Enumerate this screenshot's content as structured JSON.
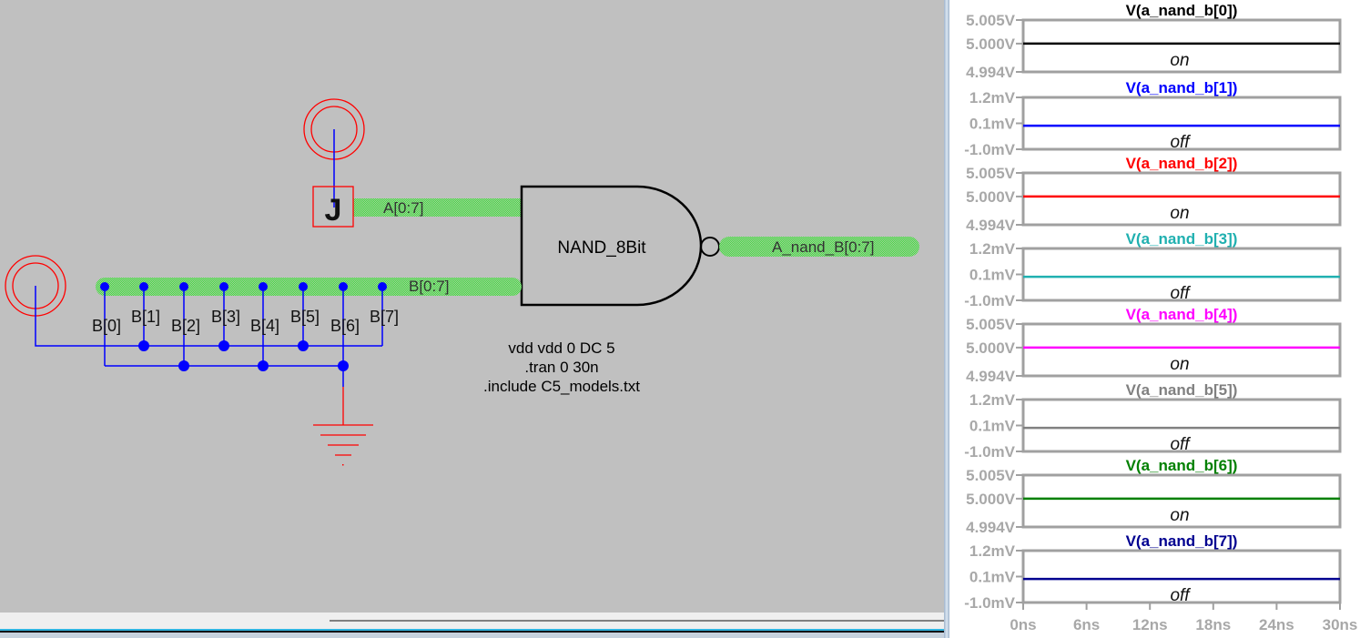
{
  "schematic": {
    "bus_a_label": "A[0:7]",
    "bus_b_label": "B[0:7]",
    "output_bus_label": "A_nand_B[0:7]",
    "gate_label": "NAND_8Bit",
    "flag_label": "J",
    "tap_labels": [
      "B[0]",
      "B[1]",
      "B[2]",
      "B[3]",
      "B[4]",
      "B[5]",
      "B[6]",
      "B[7]"
    ],
    "directives": [
      "vdd vdd 0 DC 5",
      ".tran 0 30n",
      ".include C5_models.txt"
    ]
  },
  "chart_data": {
    "type": "line",
    "xlabel": "",
    "x_ticks": [
      "0ns",
      "6ns",
      "12ns",
      "18ns",
      "24ns",
      "30ns"
    ],
    "xlim": [
      0,
      30
    ],
    "panels": [
      {
        "title": "V(a_nand_b[0])",
        "color": "#000000",
        "ylim": [
          4.994,
          5.005
        ],
        "y_ticks": [
          "5.005V",
          "5.000V",
          "4.994V"
        ],
        "tick_values": [
          5.005,
          5.0,
          4.994
        ],
        "value": 5.0,
        "annotation": "on"
      },
      {
        "title": "V(a_nand_b[1])",
        "color": "#0000ff",
        "ylim": [
          -1.0,
          1.2
        ],
        "y_ticks": [
          "1.2mV",
          "0.1mV",
          "-1.0mV"
        ],
        "tick_values": [
          1.2,
          0.1,
          -1.0
        ],
        "value": 0.0,
        "annotation": "off"
      },
      {
        "title": "V(a_nand_b[2])",
        "color": "#ff0000",
        "ylim": [
          4.994,
          5.005
        ],
        "y_ticks": [
          "5.005V",
          "5.000V",
          "4.994V"
        ],
        "tick_values": [
          5.005,
          5.0,
          4.994
        ],
        "value": 5.0,
        "annotation": "on"
      },
      {
        "title": "V(a_nand_b[3])",
        "color": "#20b0b0",
        "ylim": [
          -1.0,
          1.2
        ],
        "y_ticks": [
          "1.2mV",
          "0.1mV",
          "-1.0mV"
        ],
        "tick_values": [
          1.2,
          0.1,
          -1.0
        ],
        "value": 0.0,
        "annotation": "off"
      },
      {
        "title": "V(a_nand_b[4])",
        "color": "#ff00ff",
        "ylim": [
          4.994,
          5.005
        ],
        "y_ticks": [
          "5.005V",
          "5.000V",
          "4.994V"
        ],
        "tick_values": [
          5.005,
          5.0,
          4.994
        ],
        "value": 5.0,
        "annotation": "on"
      },
      {
        "title": "V(a_nand_b[5])",
        "color": "#808080",
        "ylim": [
          -1.0,
          1.2
        ],
        "y_ticks": [
          "1.2mV",
          "0.1mV",
          "-1.0mV"
        ],
        "tick_values": [
          1.2,
          0.1,
          -1.0
        ],
        "value": 0.0,
        "annotation": "off"
      },
      {
        "title": "V(a_nand_b[6])",
        "color": "#008000",
        "ylim": [
          4.994,
          5.005
        ],
        "y_ticks": [
          "5.005V",
          "5.000V",
          "4.994V"
        ],
        "tick_values": [
          5.005,
          5.0,
          4.994
        ],
        "value": 5.0,
        "annotation": "on"
      },
      {
        "title": "V(a_nand_b[7])",
        "color": "#000090",
        "ylim": [
          -1.0,
          1.2
        ],
        "y_ticks": [
          "1.2mV",
          "0.1mV",
          "-1.0mV"
        ],
        "tick_values": [
          1.2,
          0.1,
          -1.0
        ],
        "value": 0.0,
        "annotation": "off"
      }
    ]
  }
}
